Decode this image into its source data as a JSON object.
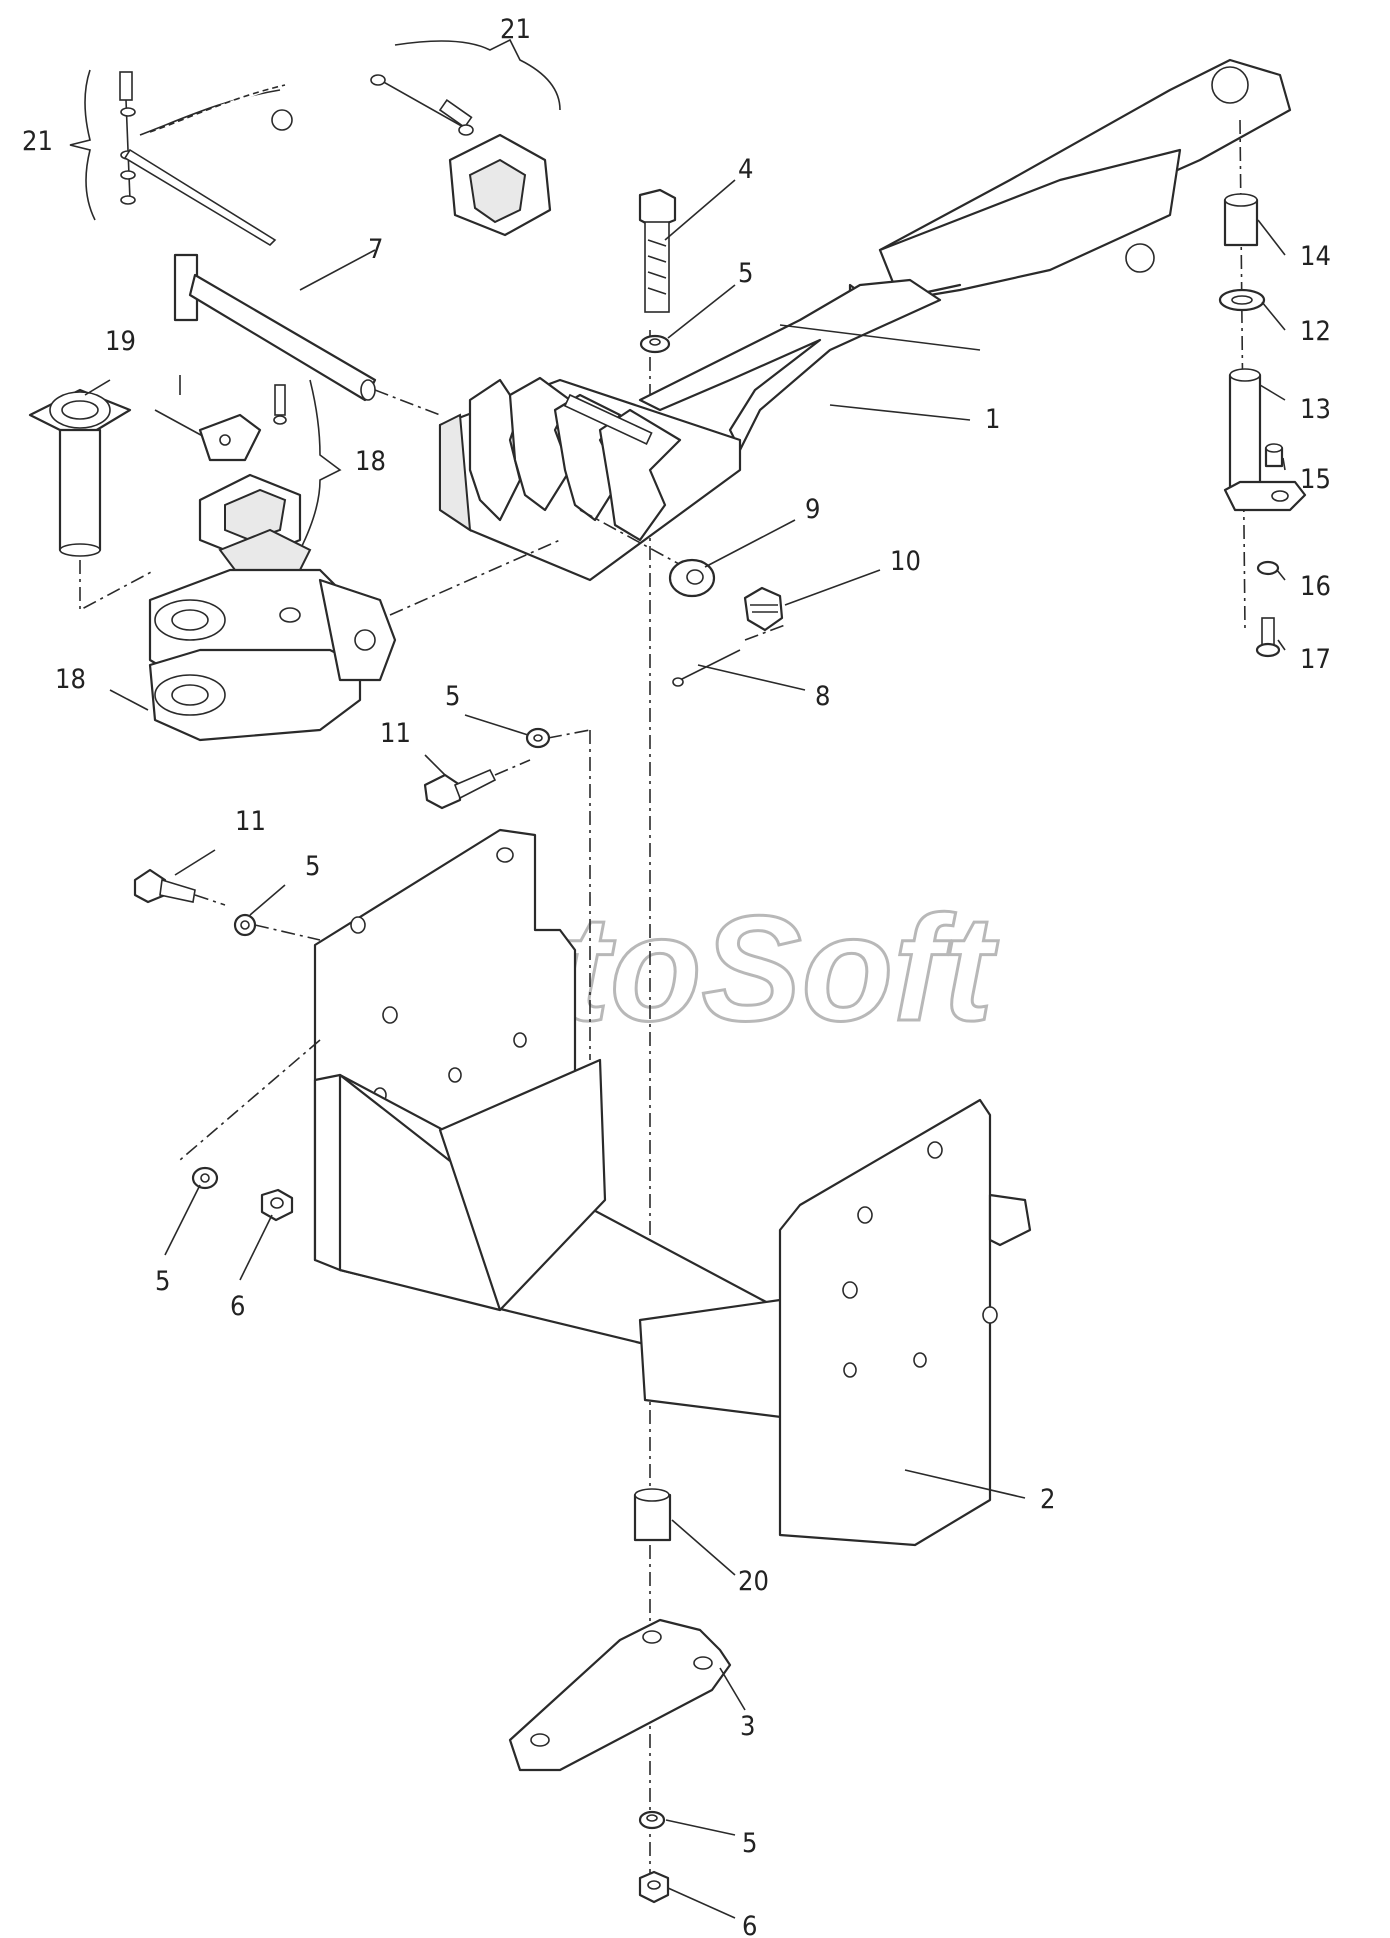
{
  "watermark": "AutoSoft",
  "callouts": {
    "c1": "1",
    "c2": "2",
    "c3": "3",
    "c4": "4",
    "c5a": "5",
    "c5b": "5",
    "c5c": "5",
    "c5d": "5",
    "c5e": "5",
    "c6a": "6",
    "c6b": "6",
    "c7": "7",
    "c8": "8",
    "c9": "9",
    "c10": "10",
    "c11a": "11",
    "c11b": "11",
    "c12": "12",
    "c13": "13",
    "c14": "14",
    "c15": "15",
    "c16": "16",
    "c17": "17",
    "c18a": "18",
    "c18b": "18",
    "c19": "19",
    "c20": "20",
    "c21a": "21",
    "c21b": "21"
  }
}
